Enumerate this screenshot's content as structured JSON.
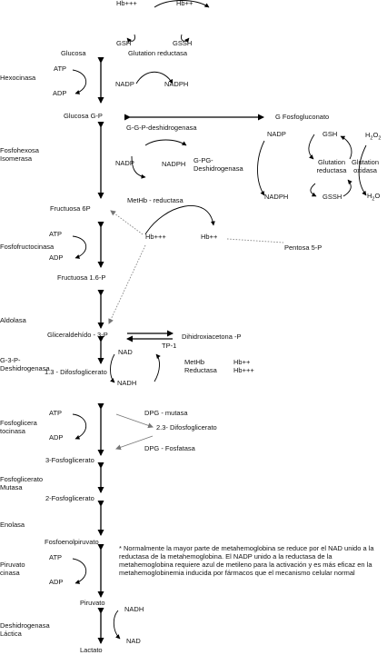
{
  "top": {
    "hb_ox": "Hb+++",
    "hb_red": "Hb++",
    "gsh": "GSH",
    "gssh": "GSSH",
    "glutation_reductasa": "Glutation reductasa"
  },
  "pathway": {
    "glucosa": "Glucosa",
    "glucosa_6p": "Glucosa G-P",
    "fructuosa_6p": "Fructuosa  6P",
    "fructuosa_16p": "Fructuosa 1.6-P",
    "gliceraldehido": "Gliceraldehído - 3-P",
    "difosfoglicerato_13": "1.3 - Difosfoglicerato",
    "fosfoglicerato_3": "3-Fosfoglicerato",
    "fosfoglicerato_2": "2-Fosfoglicerato",
    "fosfoenolpiruvato": "Fosfoenolpiruvato",
    "piruvato": "Piruvato",
    "lactato": "Lactato"
  },
  "enzymes": {
    "hexocinasa": "Hexocinasa",
    "fosfohexosa": "Fosfohexosa\nIsomerasa",
    "fosfofructocinasa": "Fosfofructocinasa",
    "aldolasa": "Aldolasa",
    "g3p_deshidrogenasa": "G-3-P-\nDeshidrogenasa",
    "fosfoglicera_tocinasa": "Fosfoglicera\ntocinasa",
    "fosfoglicerato_mutasa": "Fosfoglicerato\nMutasa",
    "enolasa": "Enolasa",
    "piruvato_cinasa": "Piruvato\ncinasa",
    "deshidrogenasa_lactica": "Deshidrogenasa\nLáctica"
  },
  "cofactors": {
    "atp": "ATP",
    "adp": "ADP",
    "nadp": "NADP",
    "nadph": "NADPH",
    "nad": "NAD",
    "nadh": "NADH"
  },
  "shunt": {
    "ggp_deshidrogenasa": "G-G-P-deshidrogenasa",
    "fosfogluconato": "G  Fosfogluconato",
    "gpg_deshidrogenasa": "G-PG-\nDeshidrogenasa",
    "methb_reductasa": "MetHb - reductasa",
    "pentosa": "Pentosa 5-P"
  },
  "glutathione": {
    "nadp": "NADP",
    "gsh": "GSH",
    "h2o2_base": "H",
    "h2o2_sub": "2",
    "h2o2_mid": "O",
    "glutation_reductasa": "Glutation\nreductasa",
    "glutation_oxidasa": "Glutation\noxidasa",
    "nadph": "NADPH",
    "gssh": "GSSH",
    "h2o_base": "H",
    "h2o_sub": "2",
    "h2o_end": "O"
  },
  "triose": {
    "dihidroxiacetona": "Dihidroxiacetona -P",
    "tp1": "TP-1",
    "methb_reductasa": "MetHb\nReductasa",
    "hb_red": "Hb++",
    "hb_ox": "Hb+++"
  },
  "dpg": {
    "mutasa": "DPG - mutasa",
    "difosfoglicerato_23": "2.3- Difosfoglicerato",
    "fosfatasa": "DPG - Fosfatasa"
  },
  "note": "* Normalmente la mayor parte de metahemoglobina se reduce por el NAD unido a la reductasa de la metahemoglobina. El NADP unido a la reductasa de la metahemoglobina requiere azul de metileno para la activación y es más eficaz en la metahemoglobinemia inducida por fármacos que el mecanismo celular normal"
}
